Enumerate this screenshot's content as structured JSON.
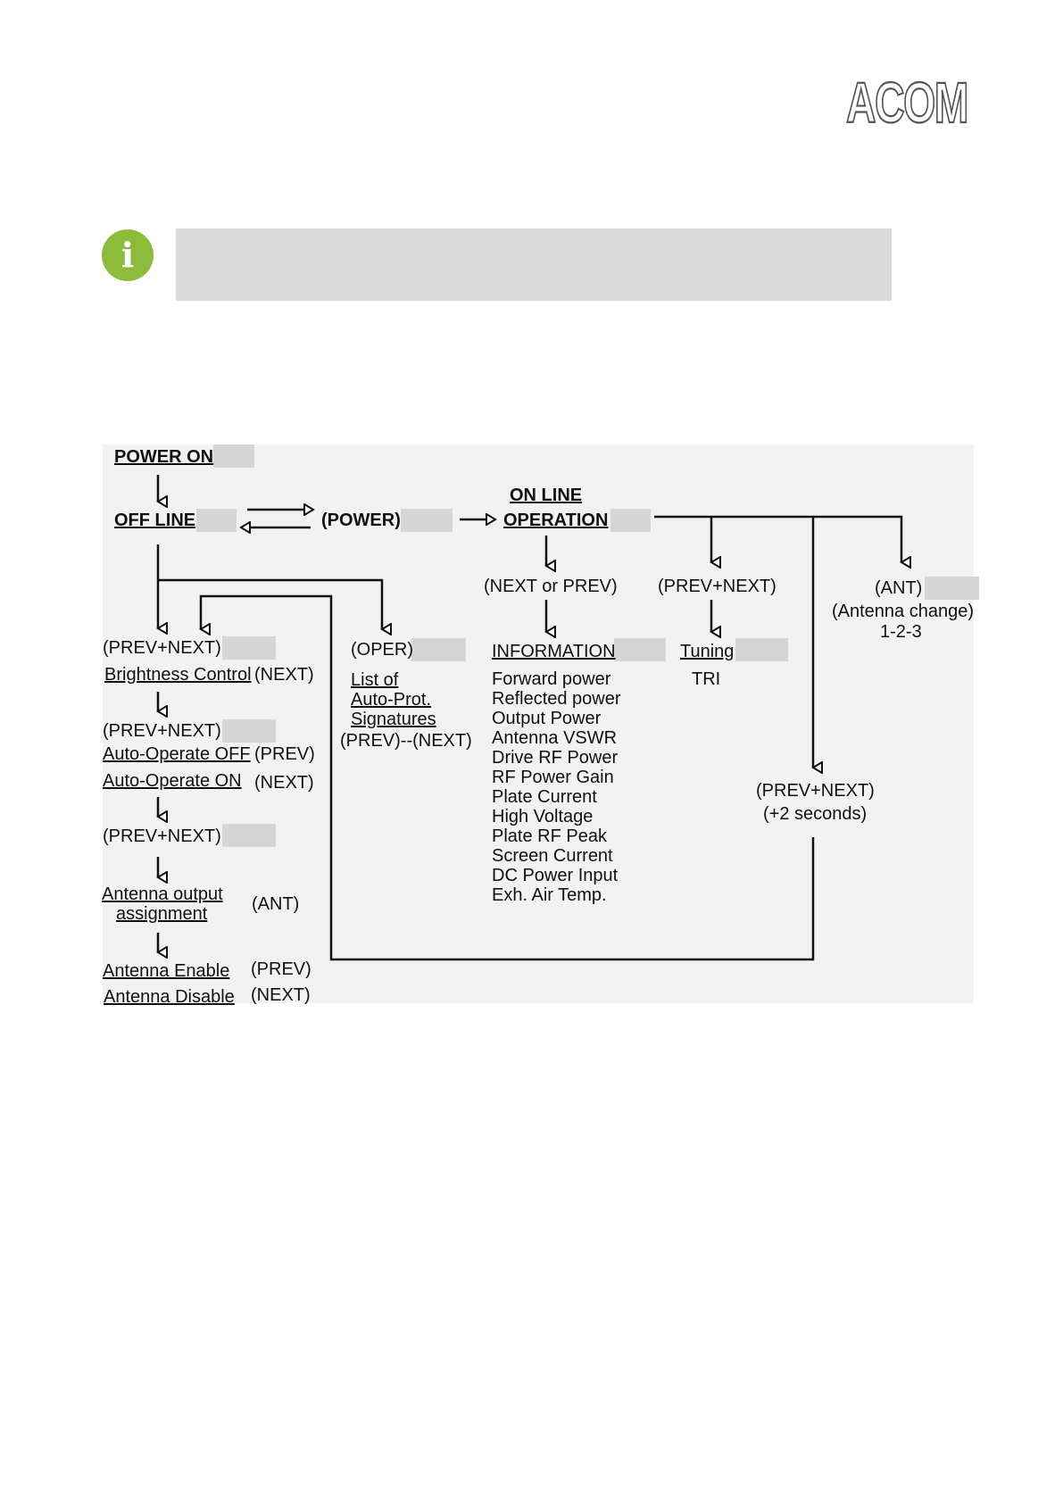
{
  "logo": {
    "text": "ACOM"
  },
  "note": {
    "icon": "info-icon",
    "icon_color": "#8dbb3b"
  },
  "diagram": {
    "power_on": "POWER ON",
    "off_line": "OFF LINE",
    "power": "(POWER)",
    "on_line": "ON LINE",
    "operation": "OPERATION",
    "next_or_prev": "(NEXT or PREV)",
    "prev_next_tuning": "(PREV+NEXT)",
    "ant": "(ANT)",
    "antenna_change": "(Antenna change)",
    "ant_numbers": "1-2-3",
    "prev_next_1": "(PREV+NEXT)",
    "brightness_control": "Brightness Control",
    "next_1": "(NEXT)",
    "prev_next_2": "(PREV+NEXT)",
    "auto_operate_off": "Auto-Operate OFF",
    "prev_1": "(PREV)",
    "auto_operate_on": "Auto-Operate ON",
    "next_2": "(NEXT)",
    "prev_next_3": "(PREV+NEXT)",
    "antenna_output": "Antenna output",
    "assignment": "assignment",
    "ant_2": "(ANT)",
    "antenna_enable": "Antenna Enable",
    "prev_2": "(PREV)",
    "antenna_disable": "Antenna Disable",
    "next_3": "(NEXT)",
    "oper": "(OPER)",
    "list_of": "List of",
    "auto_prot": "Auto-Prot.",
    "signatures": "Signatures",
    "prev_next_seq": "(PREV)--(NEXT)",
    "information": "INFORMATION",
    "info_items": [
      "Forward power",
      "Reflected power",
      "Output Power",
      "Antenna VSWR",
      "Drive RF Power",
      "RF Power Gain",
      "Plate Current",
      "High Voltage",
      "Plate RF Peak",
      "Screen Current",
      "DC Power Input",
      "Exh. Air Temp."
    ],
    "tuning": "Tuning",
    "tri": "TRI",
    "prev_next_4": "(PREV+NEXT)",
    "plus_2_seconds": "(+2 seconds)"
  }
}
